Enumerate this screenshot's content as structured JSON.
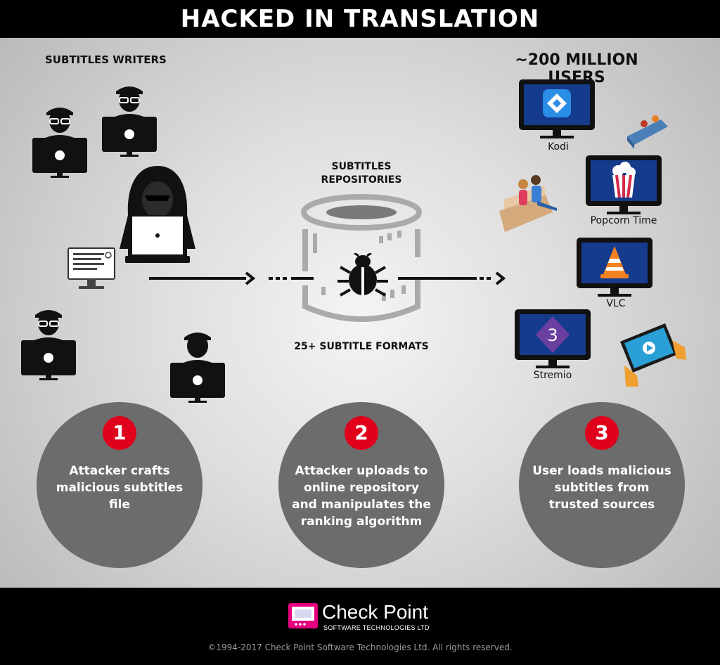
{
  "title": "HACKED IN TRANSLATION",
  "writers_label": "SUBTITLES WRITERS",
  "users_label": "~200 MILLION USERS",
  "repository": {
    "label": "SUBTITLES REPOSITORIES",
    "formats": "25+ SUBTITLE FORMATS"
  },
  "apps": [
    {
      "name": "Kodi",
      "icon": "kodi-logo"
    },
    {
      "name": "Popcorn Time",
      "icon": "popcorn-logo"
    },
    {
      "name": "VLC",
      "icon": "vlc-cone"
    },
    {
      "name": "Stremio",
      "icon": "stremio-logo"
    }
  ],
  "steps": [
    {
      "num": "1",
      "text": "Attacker crafts malicious subtitles file"
    },
    {
      "num": "2",
      "text": "Attacker uploads to online repository and manipulates the ranking algorithm"
    },
    {
      "num": "3",
      "text": "User loads malicious subtitles from trusted sources"
    }
  ],
  "footer": {
    "brand": "Check Point",
    "tagline": "SOFTWARE TECHNOLOGIES LTD",
    "copyright": "©1994-2017 Check Point Software Technologies Ltd. All rights reserved."
  },
  "colors": {
    "accent": "#e0001b",
    "circle": "#6c6c6c",
    "screen": "#153b8c"
  }
}
